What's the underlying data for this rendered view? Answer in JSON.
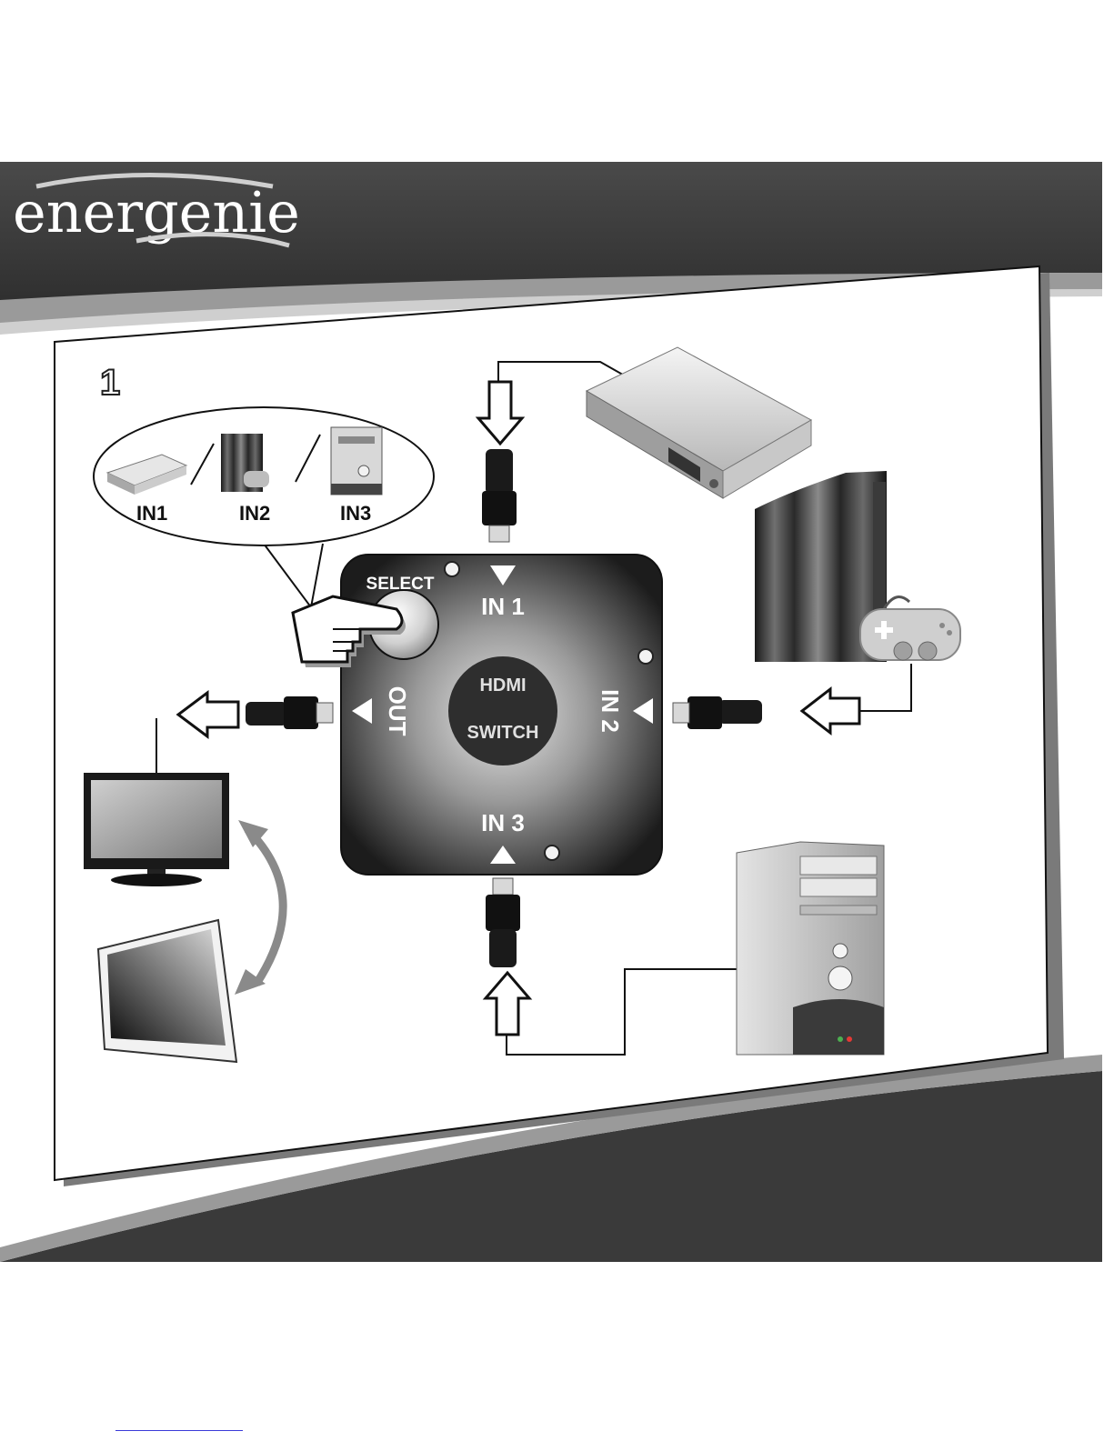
{
  "brand": {
    "logo_text": "energenie"
  },
  "figure": {
    "step_number": "1"
  },
  "switch": {
    "select_label": "SELECT",
    "center_line1": "HDMI",
    "center_line2": "SWITCH",
    "port_in1": "IN 1",
    "port_in2": "IN 2",
    "port_in3": "IN 3",
    "port_out": "OUT"
  },
  "callout": {
    "labels": [
      "IN1",
      "IN2",
      "IN3"
    ]
  },
  "devices": {
    "in1": "set-top-box",
    "in2": "game-console",
    "in3": "desktop-pc",
    "out": "tv-display"
  },
  "colors": {
    "header_dark": "#3c3c3c",
    "switch_body": "#2e2e2e",
    "cable": "#111111",
    "paper": "#ffffff"
  }
}
